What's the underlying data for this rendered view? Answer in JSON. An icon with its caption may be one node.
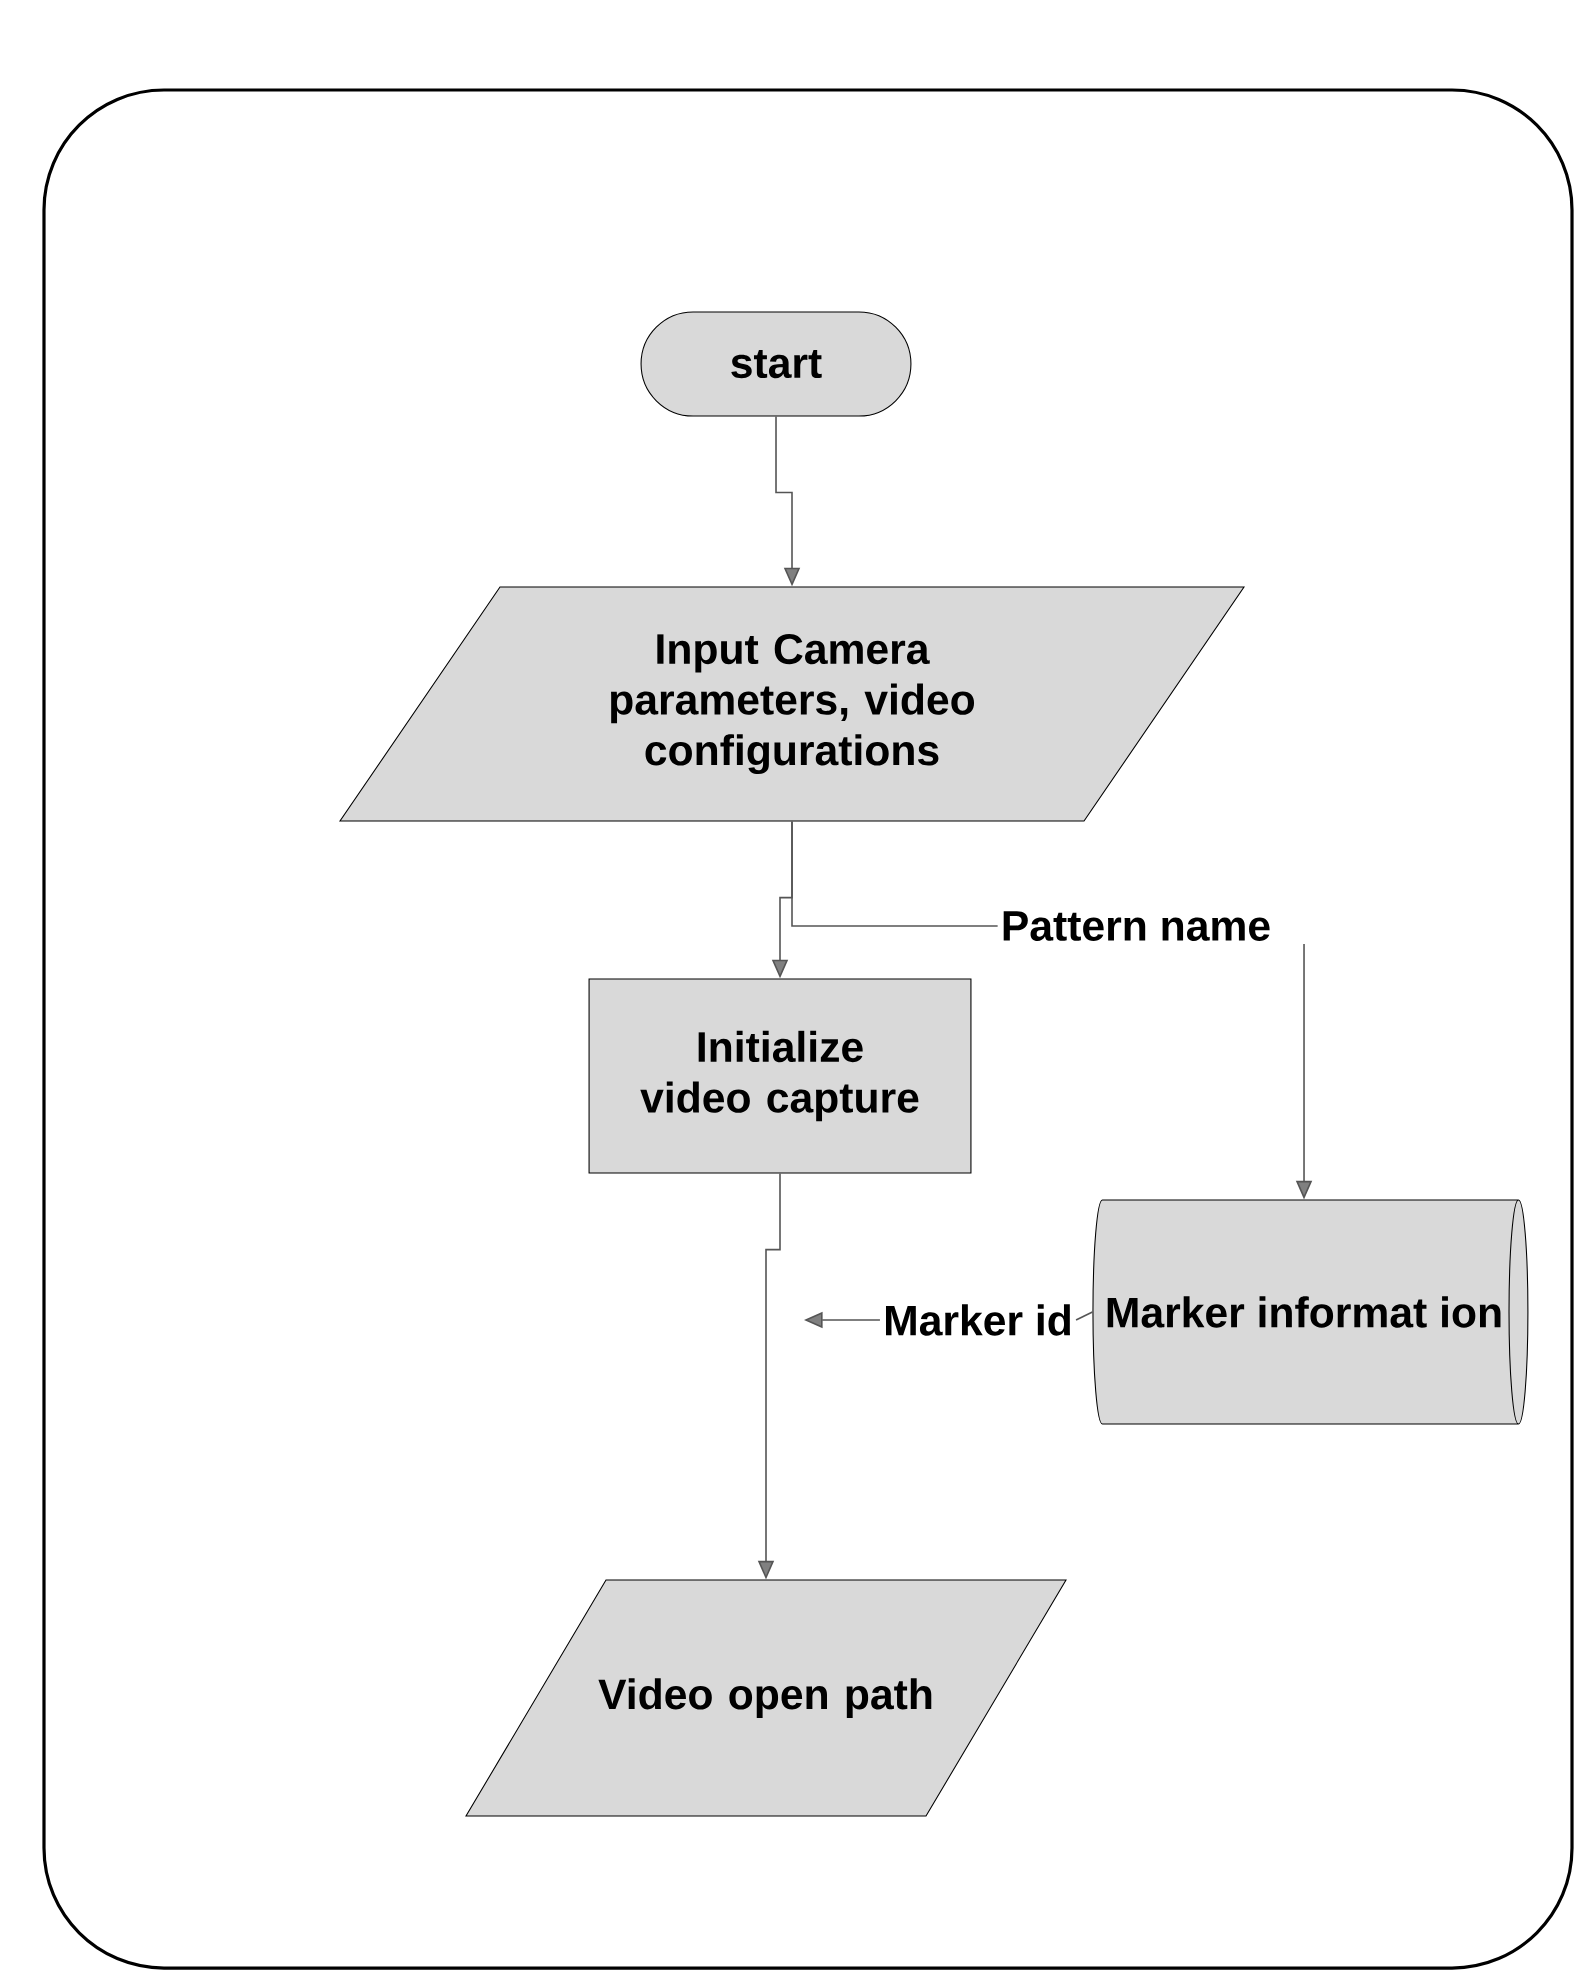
{
  "diagram": {
    "nodes": [
      {
        "text": [
          "start"
        ]
      },
      {
        "text": [
          "Input Camera parameters, video configurations"
        ]
      },
      {
        "text": [
          "Pattern name"
        ]
      },
      {
        "text": [
          "Initialize video capture"
        ]
      },
      {
        "text": [
          "Marker informat ion"
        ]
      },
      {
        "text": [
          "Marker id"
        ]
      },
      {
        "text": [
          "Video open path"
        ]
      }
    ],
    "edges": [
      {
        "from": 0,
        "to": 1,
        "arrow": "to"
      },
      {
        "from": 1,
        "to": 3,
        "arrow": "to"
      },
      {
        "from": 1,
        "to": 2,
        "arrow": "none"
      },
      {
        "from": 2,
        "to": 4,
        "arrow": "to"
      },
      {
        "from": 3,
        "to": 6,
        "arrow": "to"
      },
      {
        "from": 4,
        "to": 5,
        "arrow": "none"
      },
      {
        "from": 5,
        "to": null,
        "arrow": "to"
      }
    ]
  }
}
